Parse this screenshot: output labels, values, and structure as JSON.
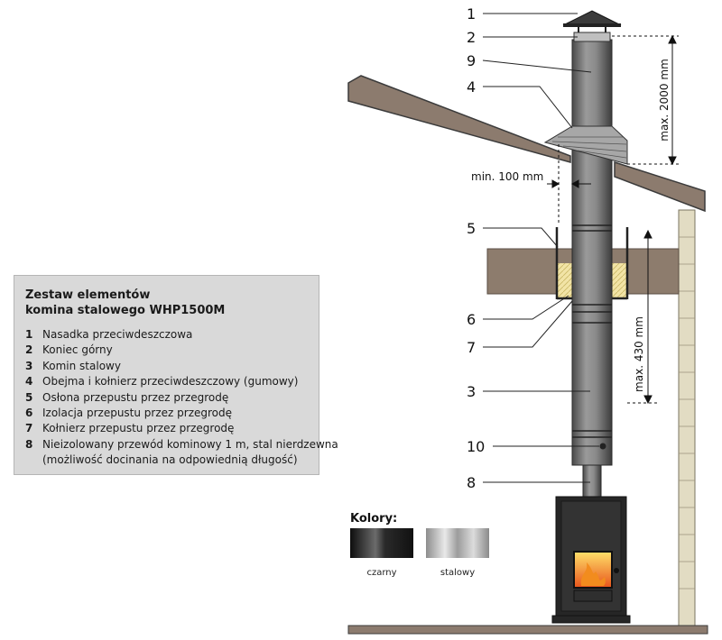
{
  "legend": {
    "title_line1": "Zestaw elementów",
    "title_line2": "komina stalowego WHP1500M",
    "items": [
      {
        "num": "1",
        "text": "Nasadka przeciwdeszczowa"
      },
      {
        "num": "2",
        "text": "Koniec górny"
      },
      {
        "num": "3",
        "text": "Komin stalowy"
      },
      {
        "num": "4",
        "text": "Obejma i kołnierz przeciwdeszczowy (gumowy)"
      },
      {
        "num": "5",
        "text": "Osłona przepustu przez przegrodę"
      },
      {
        "num": "6",
        "text": "Izolacja przepustu przez przegrodę"
      },
      {
        "num": "7",
        "text": "Kołnierz przepustu przez przegrodę"
      },
      {
        "num": "8",
        "text": "Nieizolowany przewód kominowy 1 m, stal nierdzewna\n(możliwość docinania na odpowiednią długość)"
      }
    ]
  },
  "callouts": {
    "c1": "1",
    "c2": "2",
    "c9": "9",
    "c4": "4",
    "c5": "5",
    "c6": "6",
    "c7": "7",
    "c3": "3",
    "c10": "10",
    "c8": "8"
  },
  "dimensions": {
    "max_top": "max. 2000 mm",
    "min_gap": "min. 100 mm",
    "max_ceiling": "max. 430 mm"
  },
  "colors_section": {
    "title": "Kolory:",
    "swatches": [
      {
        "label": "czarny",
        "color": "#1b1b1b"
      },
      {
        "label": "stalowy",
        "color": "#b9b9b9"
      }
    ]
  }
}
